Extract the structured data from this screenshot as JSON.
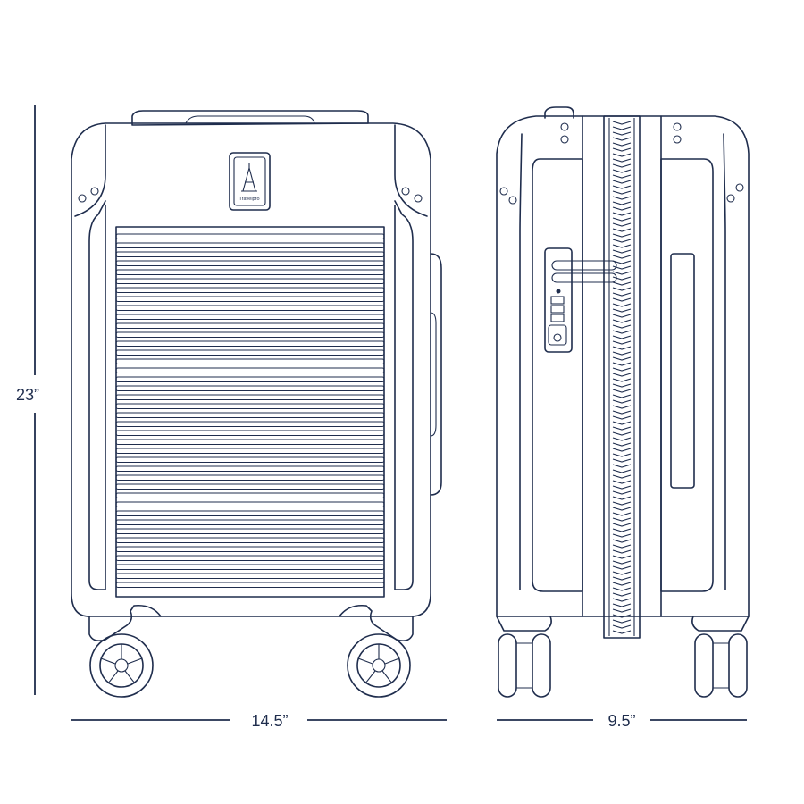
{
  "dimensions": {
    "height": "23”",
    "width": "14.5”",
    "depth": "9.5”"
  },
  "colors": {
    "line": "#1f2d4d",
    "background": "#ffffff"
  },
  "logo": {
    "text": "Travelpro"
  },
  "front_panel": {
    "rib_count": 40
  }
}
